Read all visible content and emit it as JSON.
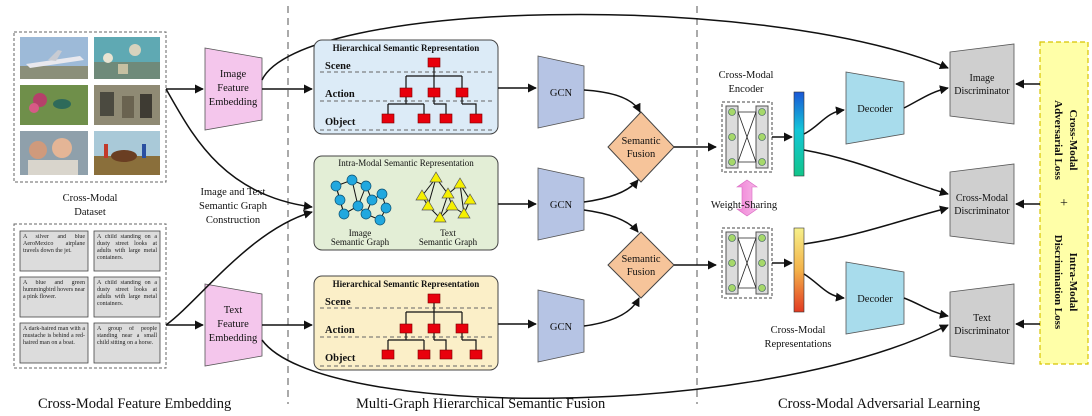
{
  "section_titles": {
    "embedding": "Cross-Modal Feature Embedding",
    "fusion": "Multi-Graph Hierarchical Semantic Fusion",
    "adversarial": "Cross-Modal Adversarial Learning"
  },
  "dataset": {
    "label_line1": "Cross-Modal",
    "label_line2": "Dataset",
    "image_count": 6,
    "sentences": [
      "A silver and blue AeroMexico airplane travels down the jet.",
      "A child standing on a dusty street looks at adults with large metal containers.",
      "A blue and green hummingbird hovers near a pink flower.",
      "A child standing on a dusty street looks at adults with large metal containers.",
      "A dark-haired man with a mustache is behind a red-haired man on a boat.",
      "A group of people standing near a small child sitting on a horse."
    ]
  },
  "graph_construction": {
    "line1": "Image and Text",
    "line2": "Semantic Graph",
    "line3": "Construction"
  },
  "embeddings": {
    "image": [
      "Image",
      "Feature",
      "Embedding"
    ],
    "text": [
      "Text",
      "Feature",
      "Embedding"
    ]
  },
  "hierarchical": {
    "title": "Hierarchical Semantic Representation",
    "levels": [
      "Scene",
      "Action",
      "Object"
    ]
  },
  "intra_modal": {
    "title": "Intra-Modal Semantic Representation",
    "image_graph": [
      "Image",
      "Semantic Graph"
    ],
    "text_graph": [
      "Text",
      "Semantic Graph"
    ]
  },
  "gcn_label": "GCN",
  "semantic_fusion": [
    "Semantic",
    "Fusion"
  ],
  "encoder": [
    "Cross-Modal",
    "Encoder"
  ],
  "weight_sharing": "Weight-Sharing",
  "representations": [
    "Cross-Modal",
    "Representations"
  ],
  "decoder_label": "Decoder",
  "discriminators": {
    "image": [
      "Image",
      "Discriminator"
    ],
    "cross": [
      "Cross-Modal",
      "Discriminator"
    ],
    "text": [
      "Text",
      "Discriminator"
    ]
  },
  "losses": {
    "adversarial": [
      "Cross-Modal",
      "Adversarial Loss"
    ],
    "plus": "+",
    "discrimination": [
      "Intra-Modal",
      "Discrimination Loss"
    ]
  },
  "colors": {
    "embedding_fill": "#f4c6ec",
    "gcn_fill": "#b6c4e4",
    "fusion_fill": "#f6c49a",
    "decoder_fill": "#a8dcec",
    "discriminator_fill": "#cfcfcf",
    "hier_top_fill": "#dcebf7",
    "intra_fill": "#e3eed6",
    "hier_bottom_fill": "#fbefc8",
    "loss_fill": "#ffffa8",
    "loss_border": "#d8c400",
    "node_red": "#e8000c",
    "node_cyan": "#21a8df",
    "node_yellow": "#f5f000",
    "enc_node": "#a6d86a"
  }
}
